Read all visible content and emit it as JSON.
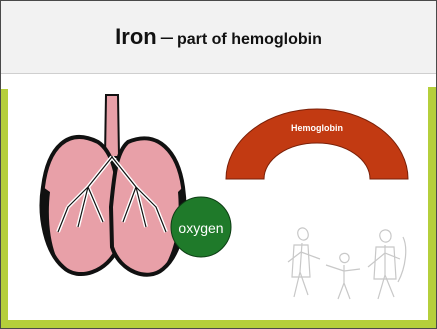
{
  "slide": {
    "title_main": "Iron",
    "title_dash": "–",
    "title_sub": "part of hemoglobin"
  },
  "diagram": {
    "hemoglobin_label": "Hemoglobin",
    "oxygen_label": "oxygen"
  },
  "colors": {
    "title_bar": "#f2f2f2",
    "accent": "#b5cf3b",
    "lung_fill": "#e8a0a8",
    "lung_outline": "#111111",
    "hemoglobin_fill": "#c23a12",
    "oxygen_fill": "#1f7a2a"
  },
  "icons": {
    "lungs": "lungs-clipart",
    "family_drawing": "family-sketch"
  }
}
